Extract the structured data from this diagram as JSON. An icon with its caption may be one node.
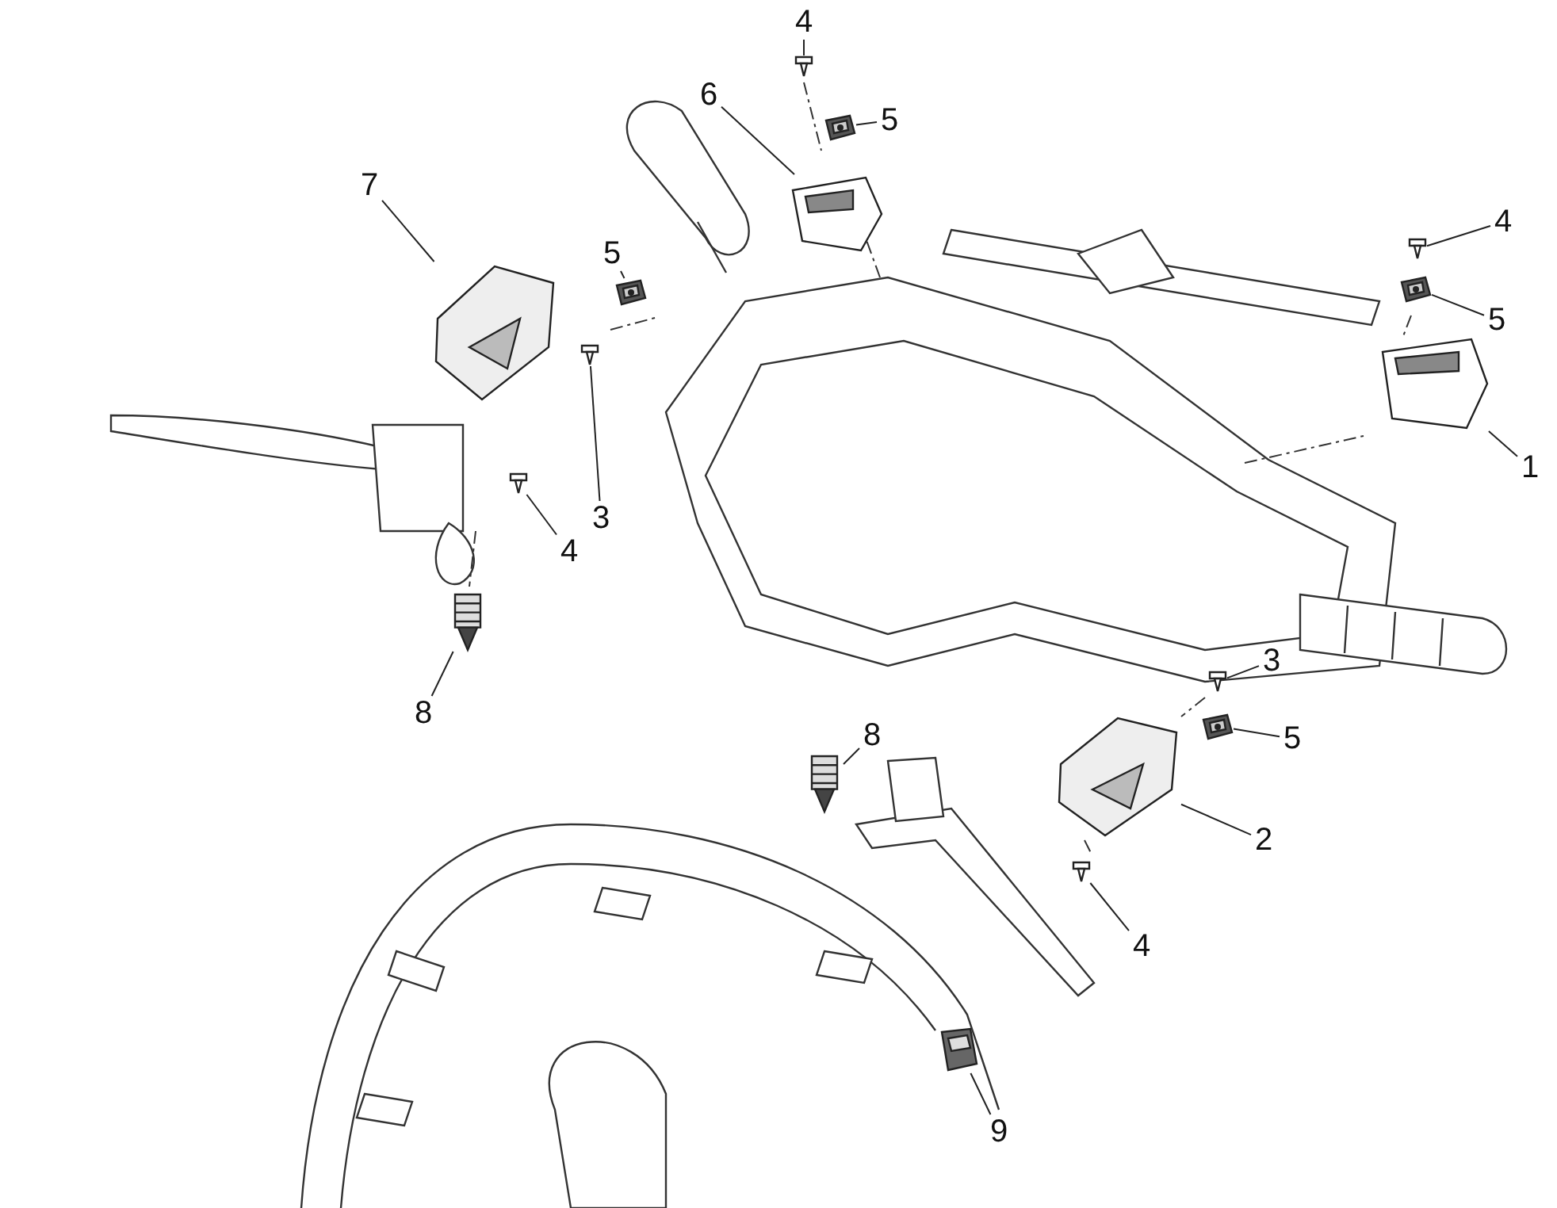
{
  "diagram": {
    "nodes": [
      {
        "text": [
          "4"
        ]
      },
      {
        "text": [],
        "shape": "picture"
      },
      {
        "text": [
          "6"
        ]
      },
      {
        "text": [],
        "shape": "picture"
      },
      {
        "text": [
          "5"
        ]
      },
      {
        "text": [],
        "shape": "picture"
      },
      {
        "text": [
          "7"
        ]
      },
      {
        "text": [],
        "shape": "picture"
      },
      {
        "text": [
          "5"
        ]
      },
      {
        "text": [],
        "shape": "picture"
      },
      {
        "text": [
          "4"
        ]
      },
      {
        "text": [],
        "shape": "picture"
      },
      {
        "text": [
          "5"
        ]
      },
      {
        "text": [],
        "shape": "picture"
      },
      {
        "text": [
          "1"
        ]
      },
      {
        "text": [],
        "shape": "picture"
      },
      {
        "text": [
          "3"
        ]
      },
      {
        "text": [],
        "shape": "picture"
      },
      {
        "text": [
          "4"
        ]
      },
      {
        "text": [],
        "shape": "picture"
      },
      {
        "text": [
          "8"
        ]
      },
      {
        "text": [],
        "shape": "picture"
      },
      {
        "text": [
          "3"
        ]
      },
      {
        "text": [],
        "shape": "picture"
      },
      {
        "text": [
          "5"
        ]
      },
      {
        "text": [],
        "shape": "picture"
      },
      {
        "text": [
          "8"
        ]
      },
      {
        "text": [],
        "shape": "picture"
      },
      {
        "text": [
          "2"
        ]
      },
      {
        "text": [],
        "shape": "picture"
      },
      {
        "text": [
          "4"
        ]
      },
      {
        "text": [],
        "shape": "picture"
      },
      {
        "text": [
          "9"
        ]
      },
      {
        "text": [],
        "shape": "picture"
      }
    ],
    "edges": [
      {
        "from": 0,
        "to": 1,
        "arrow": "none"
      },
      {
        "from": 2,
        "to": 3,
        "arrow": "none"
      },
      {
        "from": 4,
        "to": 5,
        "arrow": "none"
      },
      {
        "from": 6,
        "to": 7,
        "arrow": "none"
      },
      {
        "from": 8,
        "to": 9,
        "arrow": "none"
      },
      {
        "from": 10,
        "to": 11,
        "arrow": "none"
      },
      {
        "from": 12,
        "to": 13,
        "arrow": "none"
      },
      {
        "from": 14,
        "to": 15,
        "arrow": "none"
      },
      {
        "from": 16,
        "to": 17,
        "arrow": "none"
      },
      {
        "from": 18,
        "to": 19,
        "arrow": "none"
      },
      {
        "from": 20,
        "to": 21,
        "arrow": "none"
      },
      {
        "from": 22,
        "to": 23,
        "arrow": "none"
      },
      {
        "from": 24,
        "to": 25,
        "arrow": "none"
      },
      {
        "from": 26,
        "to": 27,
        "arrow": "none"
      },
      {
        "from": 28,
        "to": 29,
        "arrow": "none"
      },
      {
        "from": 30,
        "to": 31,
        "arrow": "none"
      },
      {
        "from": 32,
        "to": 33,
        "arrow": "none"
      }
    ]
  }
}
